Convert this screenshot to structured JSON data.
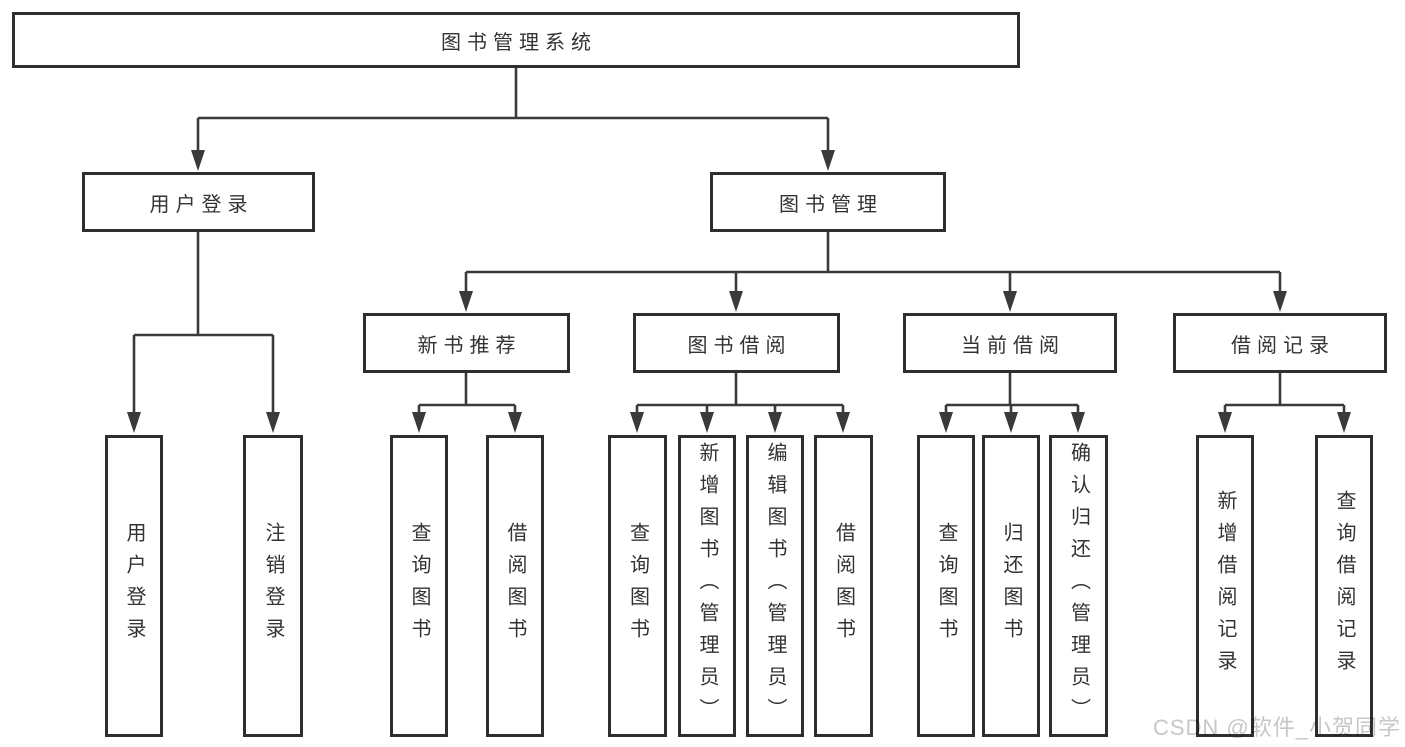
{
  "diagram_title": "图书管理系统",
  "tree": {
    "root": {
      "label": "图书管理系统"
    },
    "branches": [
      {
        "label": "用户登录",
        "children": [
          "用户登录",
          "注销登录"
        ]
      },
      {
        "label": "图书管理",
        "children": [
          {
            "label": "新书推荐",
            "children": [
              "查询图书",
              "借阅图书"
            ]
          },
          {
            "label": "图书借阅",
            "children": [
              "查询图书",
              "新增图书（管理员）",
              "编辑图书（管理员）",
              "借阅图书"
            ]
          },
          {
            "label": "当前借阅",
            "children": [
              "查询图书",
              "归还图书",
              "确认归还（管理员）"
            ]
          },
          {
            "label": "借阅记录",
            "children": [
              "新增借阅记录",
              "查询借阅记录"
            ]
          }
        ]
      }
    ]
  },
  "watermark": "CSDN @软件_小贺同学",
  "colors": {
    "line": "#3a3a3a",
    "border": "#2e2e2e",
    "text": "#333333",
    "watermark": "#c7c7c7",
    "bg": "#ffffff"
  }
}
